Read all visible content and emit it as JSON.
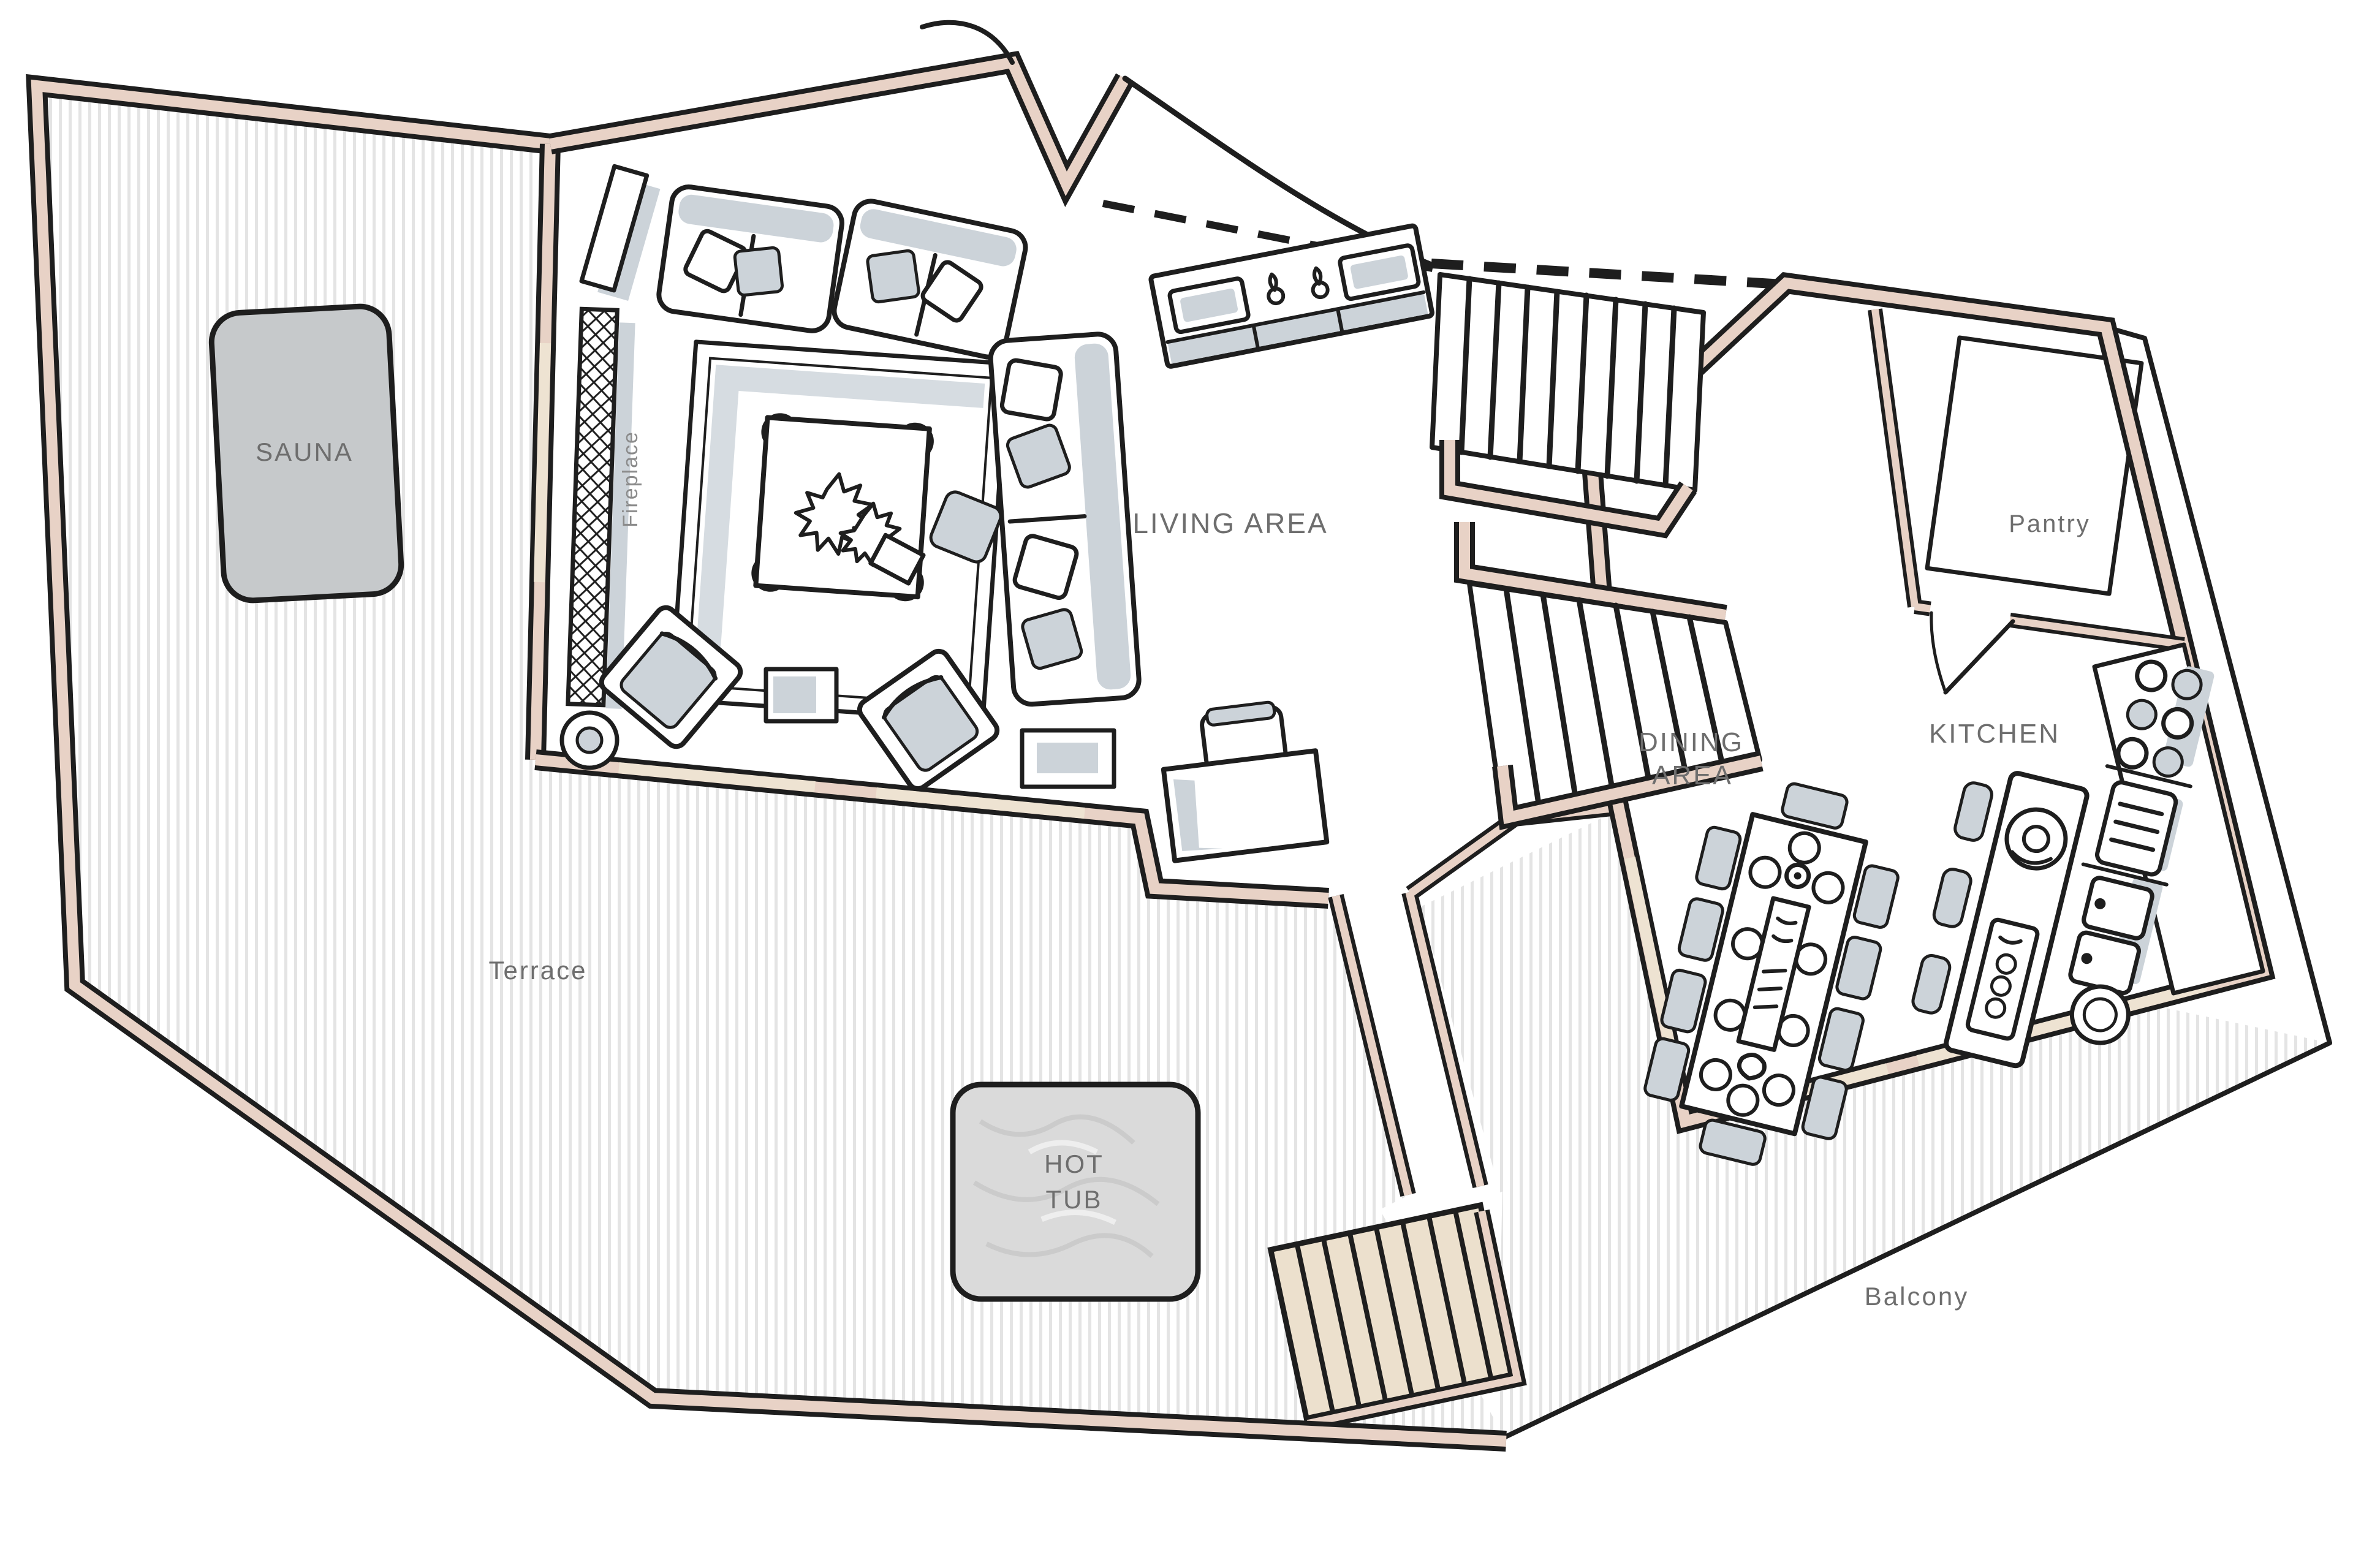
{
  "floorplan": {
    "rooms": {
      "sauna": "SAUNA",
      "terrace": "Terrace",
      "hot_tub_1": "HOT",
      "hot_tub_2": "TUB",
      "living_area": "LIVING AREA",
      "fireplace": "Fireplace",
      "dining_1": "DINING",
      "dining_2": "AREA",
      "kitchen": "KITCHEN",
      "pantry": "Pantry",
      "balcony": "Balcony"
    },
    "colors": {
      "line": "#1e1e1e",
      "wall": "#e8d2c6",
      "window": "#eee3d2",
      "shadow": "#ccd3d9",
      "hatch": "#e4e4e4",
      "steps": "#ece0cd",
      "tub": "#dadada",
      "sauna": "#c6c9cb",
      "label": "#6e6e6e"
    }
  }
}
